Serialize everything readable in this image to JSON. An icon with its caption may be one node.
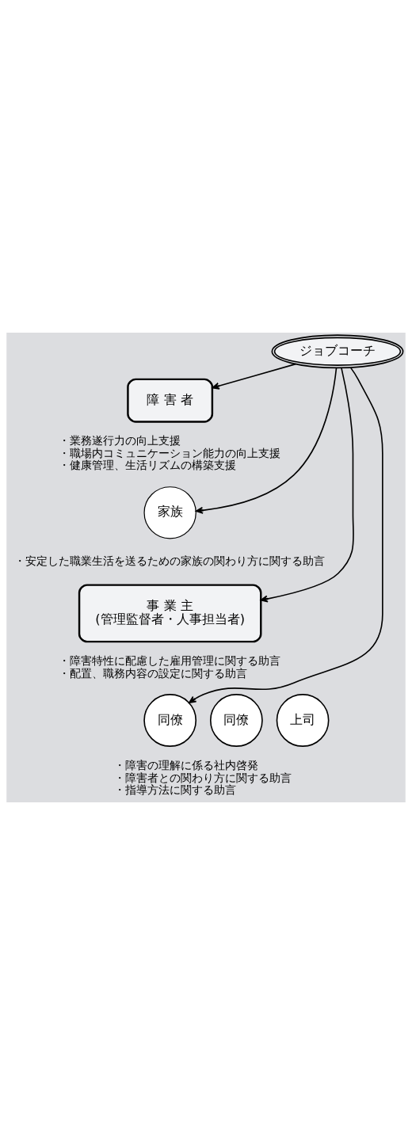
{
  "diagram": {
    "nodes": [
      {
        "text": [
          "ジョブコーチ"
        ]
      },
      {
        "text": [
          "障 害 者"
        ],
        "beside": [
          "・業務遂行力の向上支援",
          "・職場内コミュニケーション能力の向上支援",
          "・健康管理、生活リズムの構築支援"
        ]
      },
      {
        "text": [
          "家族"
        ],
        "beside": [
          "・安定した職業生活を送るための家族の関わり方に関する助言"
        ]
      },
      {
        "text": [
          "事 業 主",
          "(管理監督者・人事担当者)"
        ],
        "beside": [
          "・障害特性に配慮した雇用管理に関する助言",
          "・配置、職務内容の設定に関する助言"
        ]
      },
      {
        "text": [
          "同僚"
        ],
        "beside": [
          "・障害の理解に係る社内啓発",
          "・障害者との関わり方に関する助言",
          "・指導方法に関する助言"
        ]
      },
      {
        "text": [
          "同僚"
        ]
      },
      {
        "text": [
          "上司"
        ]
      }
    ],
    "edges": [
      {
        "from": 0,
        "to": 1,
        "arrow": "to"
      },
      {
        "from": 0,
        "to": 2,
        "arrow": "to"
      },
      {
        "from": 0,
        "to": 3,
        "arrow": "to"
      },
      {
        "from": 0,
        "to": 4,
        "arrow": "to"
      }
    ]
  }
}
